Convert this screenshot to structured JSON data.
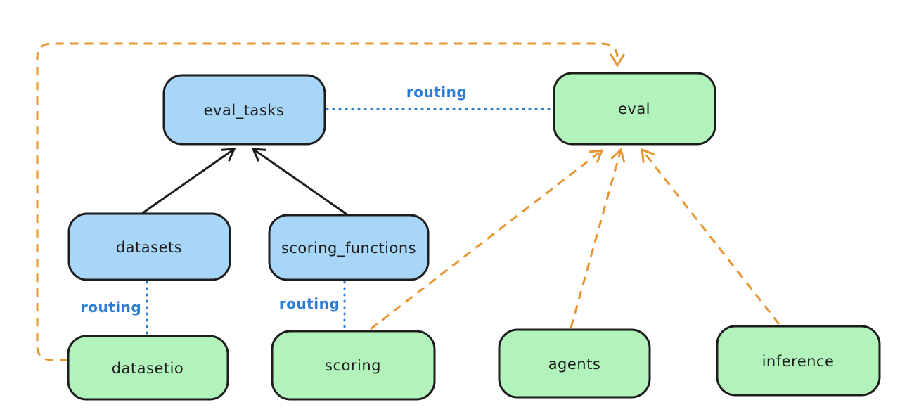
{
  "diagram": {
    "type": "architecture-diagram",
    "style": "hand-drawn (excalidraw-like)",
    "nodes": {
      "eval_tasks": {
        "label": "eval_tasks",
        "kind": "resource",
        "fill": "blue"
      },
      "eval": {
        "label": "eval",
        "kind": "api",
        "fill": "green"
      },
      "datasets": {
        "label": "datasets",
        "kind": "resource",
        "fill": "blue"
      },
      "scoring_functions": {
        "label": "scoring_functions",
        "kind": "resource",
        "fill": "blue"
      },
      "datasetio": {
        "label": "datasetio",
        "kind": "api",
        "fill": "green"
      },
      "scoring": {
        "label": "scoring",
        "kind": "api",
        "fill": "green"
      },
      "agents": {
        "label": "agents",
        "kind": "api",
        "fill": "green"
      },
      "inference": {
        "label": "inference",
        "kind": "api",
        "fill": "green"
      }
    },
    "edge_labels": {
      "routing_eval_tasks_eval": "routing",
      "routing_datasets_datasetio": "routing",
      "routing_scoring_functions_scoring": "routing"
    },
    "edges": [
      {
        "from": "datasets",
        "to": "eval_tasks",
        "style": "solid",
        "arrow": true,
        "color": "black"
      },
      {
        "from": "scoring_functions",
        "to": "eval_tasks",
        "style": "solid",
        "arrow": true,
        "color": "black"
      },
      {
        "from": "eval_tasks",
        "to": "eval",
        "style": "dotted",
        "arrow": false,
        "color": "blue",
        "label": "routing"
      },
      {
        "from": "datasets",
        "to": "datasetio",
        "style": "dotted",
        "arrow": false,
        "color": "blue",
        "label": "routing"
      },
      {
        "from": "scoring_functions",
        "to": "scoring",
        "style": "dotted",
        "arrow": false,
        "color": "blue",
        "label": "routing"
      },
      {
        "from": "datasetio",
        "to": "eval",
        "style": "dashed",
        "arrow": true,
        "color": "orange",
        "route": "around-left-and-top"
      },
      {
        "from": "scoring",
        "to": "eval",
        "style": "dashed",
        "arrow": true,
        "color": "orange"
      },
      {
        "from": "agents",
        "to": "eval",
        "style": "dashed",
        "arrow": true,
        "color": "orange"
      },
      {
        "from": "inference",
        "to": "eval",
        "style": "dashed",
        "arrow": true,
        "color": "orange"
      }
    ],
    "colors": {
      "background": "#ffffff",
      "node_blue_fill": "#a8d6f8",
      "node_green_fill": "#b2f2bb",
      "node_stroke": "#1d1d1d",
      "text": "#1d1d1d",
      "blue_line": "#2b7cd6",
      "orange_line": "#e8952f",
      "black_line": "#1d1d1d"
    }
  }
}
